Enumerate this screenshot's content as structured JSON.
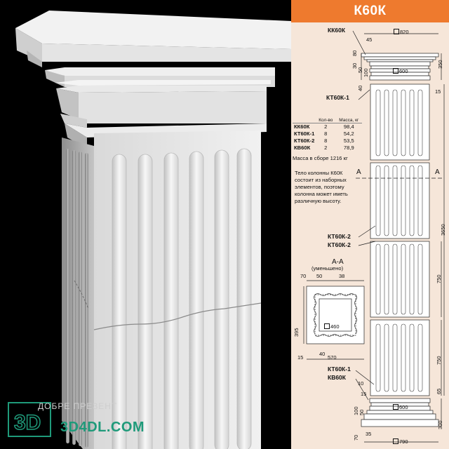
{
  "title": "К60К",
  "labels": {
    "top_cap": "КК60К",
    "shaft_1": "КТ60К-1",
    "shaft_2a": "КТ60К-2",
    "shaft_2b": "КТ60К-2",
    "shaft_1_bottom": "КТ60К-1",
    "base": "КВ60К"
  },
  "dimensions": {
    "d820": "820",
    "d45": "45",
    "d80": "80",
    "d30_top": "30",
    "d50_top": "50",
    "d100_top": "100",
    "d600_top": "600",
    "d350": "350",
    "d15_top": "15",
    "d40_top": "40",
    "d3650": "3650",
    "d750_a": "750",
    "d750_b": "750",
    "d70": "70",
    "d50_sect": "50",
    "d38": "38",
    "d395": "395",
    "d460": "460",
    "d40_sect": "40",
    "d15_sect": "15",
    "d570": "570",
    "d10": "10",
    "d65": "65",
    "d15_bot": "15",
    "d100_bot": "100",
    "d50_bot": "50",
    "d600_bot": "600",
    "d300": "300",
    "d70_bot": "70",
    "d35": "35",
    "d790": "790"
  },
  "table": {
    "col_qty": "Кол-во",
    "col_mass": "Масса, кг",
    "rows": [
      {
        "name": "КК60К",
        "qty": "2",
        "mass": "98,4"
      },
      {
        "name": "КТ60К-1",
        "qty": "8",
        "mass": "54,2"
      },
      {
        "name": "КТ60К-2",
        "qty": "8",
        "mass": "53,5"
      },
      {
        "name": "КВ60К",
        "qty": "2",
        "mass": "78,9"
      }
    ],
    "total": "Масса в сборе 1216 кг"
  },
  "note": "Тело колонны К60К состоит из наборных элементов, поэтому колонна может иметь различную высоту.",
  "section": {
    "title": "А-А",
    "subtitle": "(уменьшено)",
    "marker_left": "А",
    "marker_right": "А"
  },
  "watermark": {
    "site": "3D4DL.COM",
    "subtitle": "ДОБРЕ ПРЕЗЕНТ"
  },
  "colors": {
    "title_bar": "#ee7a2e",
    "sheet_bg": "#f6e6d9",
    "watermark": "#1f9a7a"
  }
}
